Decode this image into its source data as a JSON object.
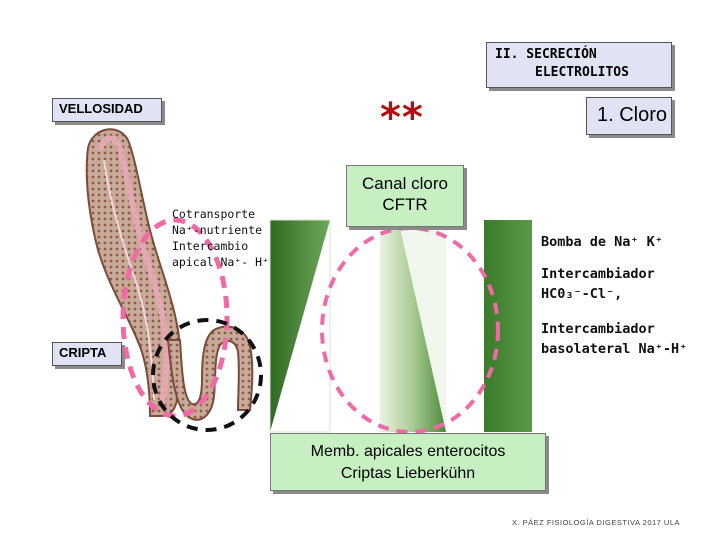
{
  "title": {
    "line1": "II. SECRECIÓN",
    "line2": "ELECTROLITOS"
  },
  "labels": {
    "vellosidad": "VELLOSIDAD",
    "cripta": "CRIPTA",
    "stars": "**",
    "cloro": "1. Cloro",
    "cftr_line1": "Canal cloro",
    "cftr_line2": "CFTR",
    "cotransporte": [
      "Cotransporte",
      "Na⁺-nutriente",
      "Intercambio",
      "apical Na⁺- H⁺"
    ],
    "bomba": "Bomba de Na⁺ K⁺",
    "intercambiador1_line1": "Intercambiador",
    "intercambiador1_line2": "HC0₃⁻-Cl⁻,",
    "intercambiador2_line1": "Intercambiador",
    "intercambiador2_line2": "basolateral Na⁺-H⁺",
    "memb_line1": "Memb. apicales enterocitos",
    "memb_line2": "Criptas Lieberkühn"
  },
  "footer": "X. PÁEZ  FISIOLOGÍA DIGESTIVA 2017 ULA",
  "colors": {
    "tag_bg": "#dfe3f3",
    "green_box": "#c6f0c2",
    "stars": "#b21010",
    "bar_dark": "#3f7a2f",
    "ellipse_pink": "#f06aa6"
  }
}
